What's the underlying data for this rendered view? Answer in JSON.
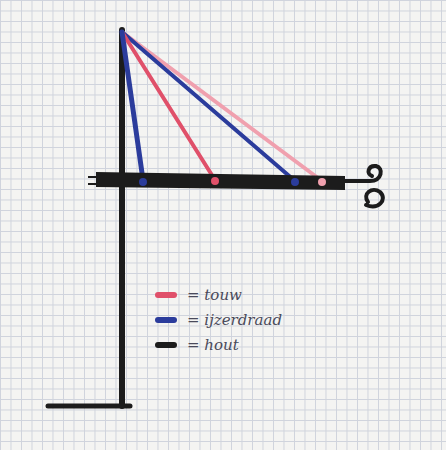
{
  "diagram": {
    "legend": [
      {
        "text": "= touw",
        "color": "#e0506a"
      },
      {
        "text": "= ijzerdraad",
        "color": "#2b3c9c"
      },
      {
        "text": "= hout",
        "color": "#1c1c1c"
      }
    ]
  }
}
